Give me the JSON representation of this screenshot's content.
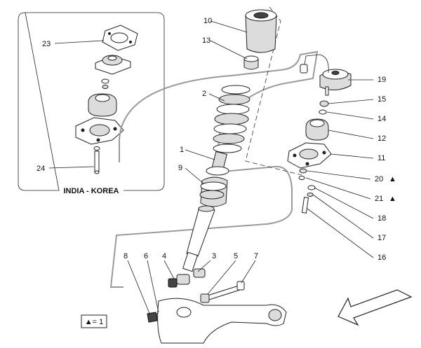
{
  "inset": {
    "title": "INDIA - KOREA",
    "callouts": [
      "23",
      "24"
    ]
  },
  "callouts": {
    "c1": "1",
    "c2": "2",
    "c3": "3",
    "c4": "4",
    "c5": "5",
    "c6": "6",
    "c7": "7",
    "c8": "8",
    "c9": "9",
    "c10": "10",
    "c11": "11",
    "c12": "12",
    "c13": "13",
    "c14": "14",
    "c15": "15",
    "c16": "16",
    "c17": "17",
    "c18": "18",
    "c19": "19",
    "c20": "20",
    "c21": "21",
    "c23": "23",
    "c24": "24"
  },
  "markers": {
    "triangle_symbol": "▲"
  },
  "legend": {
    "text": "▲= 1"
  },
  "icons": [
    "direction-arrow-icon",
    "triangle-marker-icon"
  ]
}
